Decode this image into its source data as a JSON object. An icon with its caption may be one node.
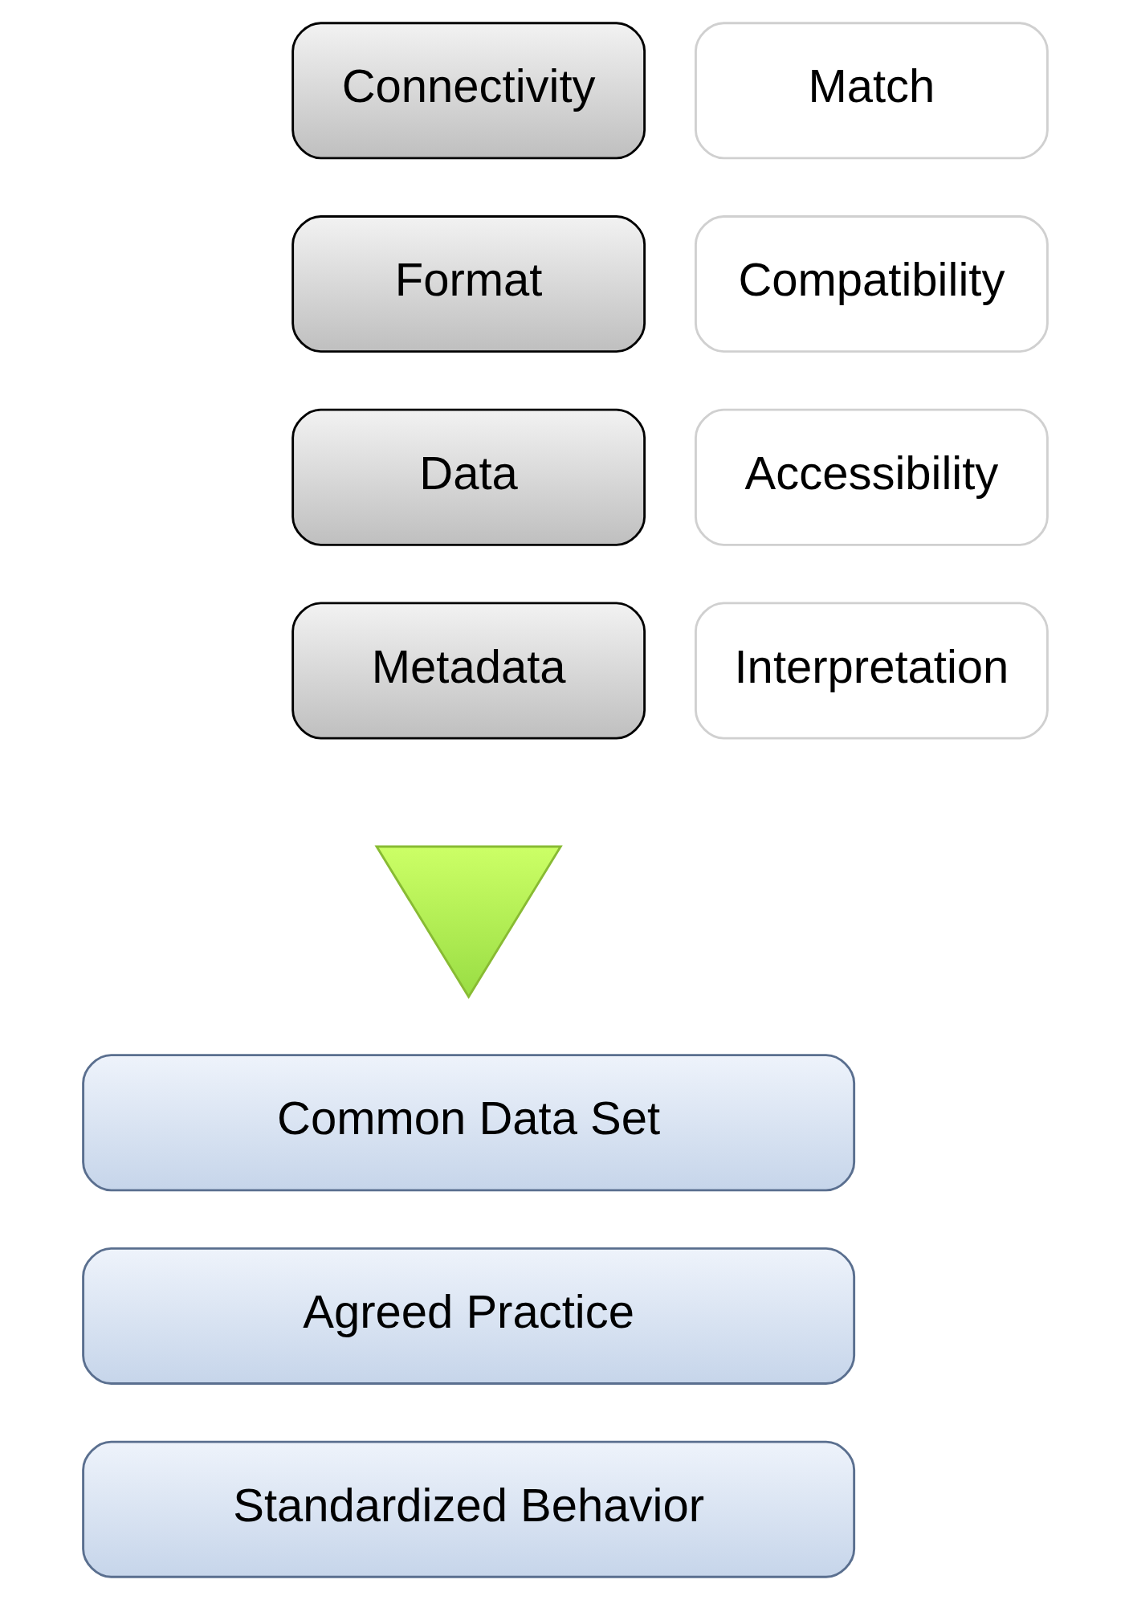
{
  "diagram": {
    "nodes": [
      {
        "text": [
          "Connectivity"
        ]
      },
      {
        "text": [
          "Match"
        ]
      },
      {
        "text": [
          "Format"
        ]
      },
      {
        "text": [
          "Compatibility"
        ]
      },
      {
        "text": [
          "Data"
        ]
      },
      {
        "text": [
          "Accessibility"
        ]
      },
      {
        "text": [
          "Metadata"
        ]
      },
      {
        "text": [
          "Interpretation"
        ]
      },
      {
        "text": [],
        "shape": "triangle"
      },
      {
        "text": [
          "Common Data Set"
        ]
      },
      {
        "text": [
          "Agreed Practice"
        ]
      },
      {
        "text": [
          "Standardized Behavior"
        ]
      }
    ],
    "edges": []
  }
}
